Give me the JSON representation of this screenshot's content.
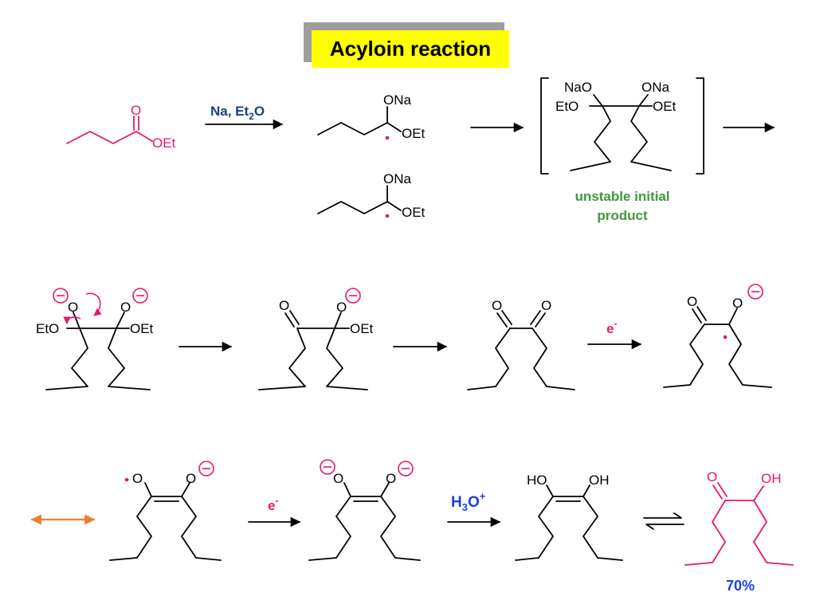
{
  "title": "Acyloin reaction",
  "colors": {
    "black": "#000000",
    "magenta": "#e6176f",
    "navy": "#1b3f7a",
    "green": "#3c9a3c",
    "blue": "#1a3fe0",
    "orange": "#f07c2e",
    "title_bg": "#ffff00",
    "title_shadow": "#9e9e9e"
  },
  "row1": {
    "ester": {
      "o": "O",
      "oet": "OEt"
    },
    "reagent": {
      "main": "Na, Et",
      "sub": "2",
      "tail": "O"
    },
    "radical_a": {
      "ona": "ONa",
      "oet": "OEt"
    },
    "radical_b": {
      "ona": "ONa",
      "oet": "OEt"
    },
    "dimer": {
      "nao": "NaO",
      "ona": "ONa",
      "eto": "EtO",
      "oet": "OEt"
    },
    "note_line1": "unstable initial",
    "note_line2": "product"
  },
  "row2": {
    "dialkoxide": {
      "o_left": "O",
      "o_right": "O",
      "eto": "EtO",
      "oet": "OEt",
      "neg": "−"
    },
    "keto_alkoxide": {
      "o_ketone": "O",
      "o_alkoxide": "O",
      "oet": "OEt",
      "neg": "−"
    },
    "diketone": {
      "o_left": "O",
      "o_right": "O"
    },
    "electron": {
      "e": "e",
      "sup": "-"
    },
    "ketyl": {
      "o_ketone": "O",
      "o_alkoxide": "O",
      "neg": "−"
    }
  },
  "row3": {
    "resonance_form": {
      "o_radical": "O",
      "o_anion": "O",
      "neg": "−"
    },
    "electron": {
      "e": "e",
      "sup": "-"
    },
    "enediolate": {
      "o_left": "O",
      "o_right": "O",
      "neg": "−"
    },
    "acid": {
      "h": "H",
      "sub": "3",
      "o": "O",
      "sup": "+"
    },
    "enediol": {
      "ho": "HO",
      "oh": "OH"
    },
    "acyloin": {
      "o": "O",
      "oh": "OH"
    },
    "yield": "70%"
  }
}
